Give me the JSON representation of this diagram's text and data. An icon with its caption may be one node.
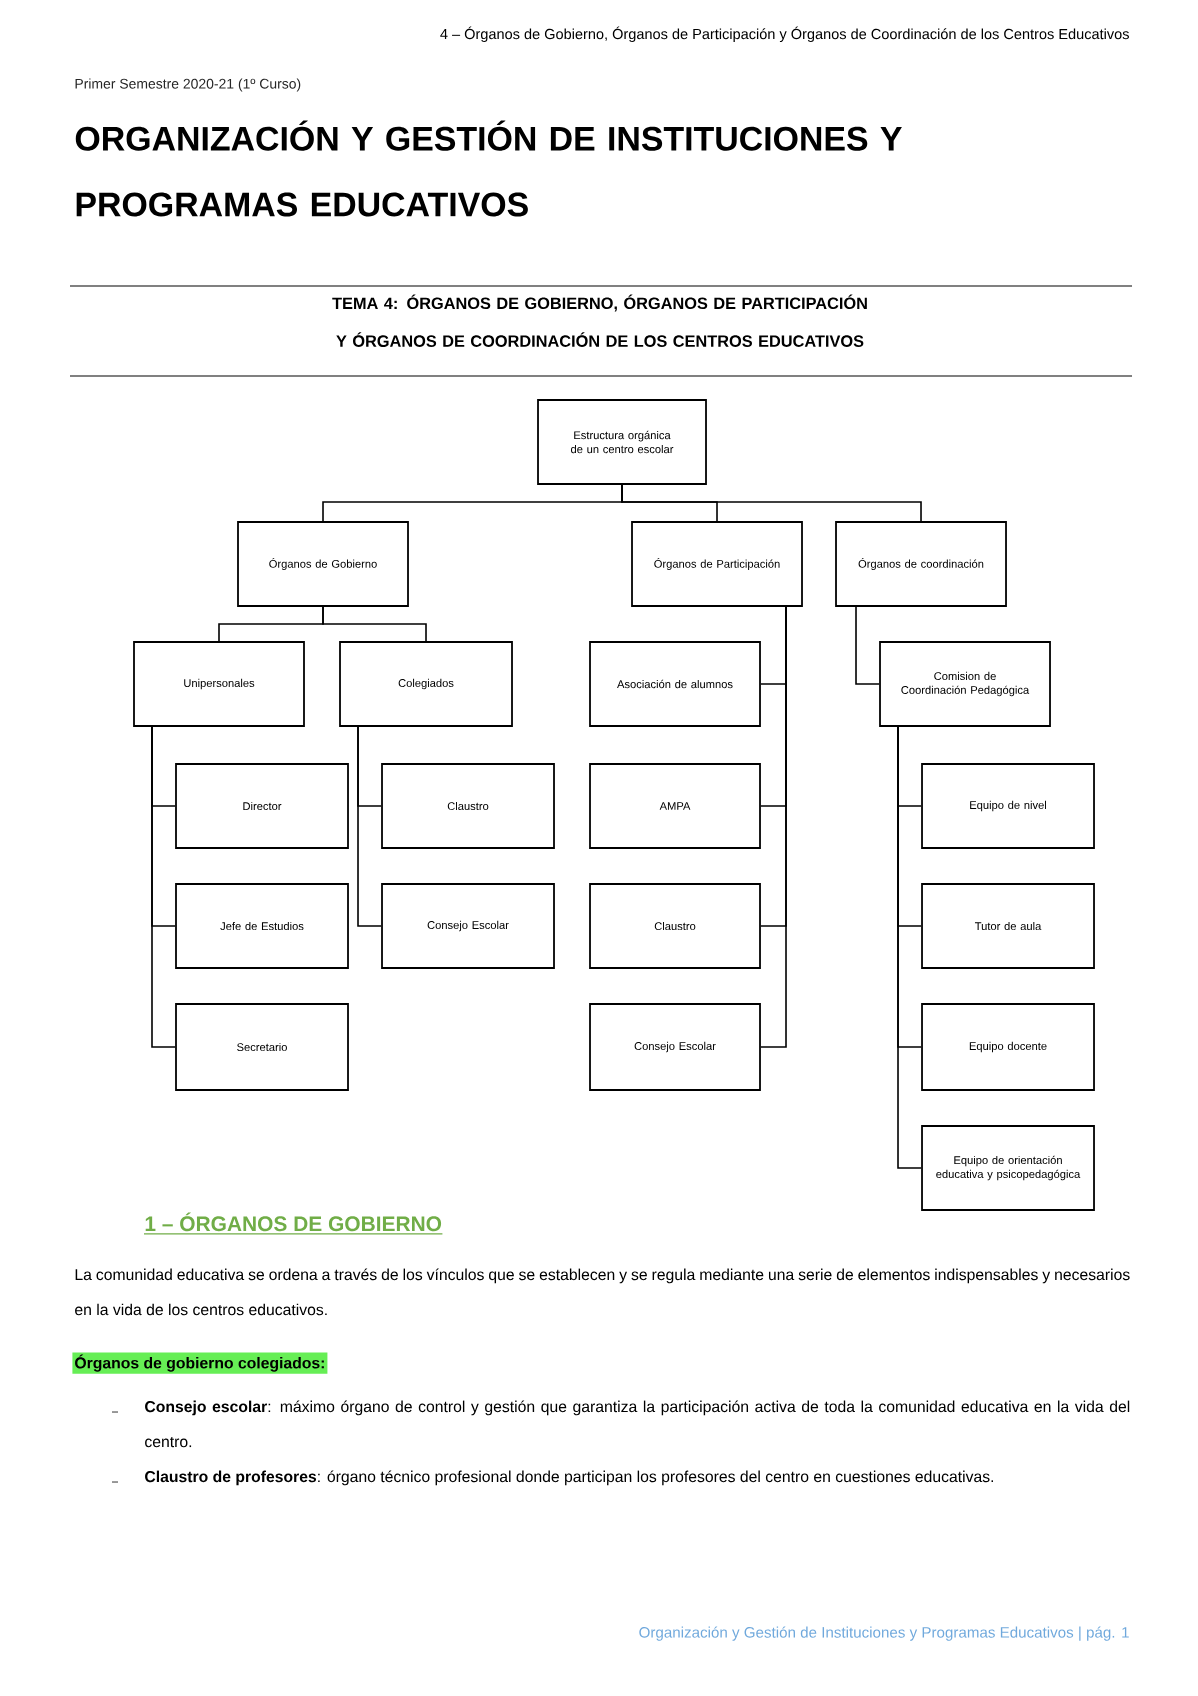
{
  "diagram": {
    "title": "ORGANIZACIÓN Y GESTIÓN DE INSTITUCIONES Y PROGRAMAS EDUCATIVOS",
    "nodes": [
      {
        "text": [
          "Estructura orgánica de un centro escolar"
        ]
      },
      {
        "text": [
          "Órganos de Gobierno"
        ]
      },
      {
        "text": [
          "Órganos de Participación"
        ]
      },
      {
        "text": [
          "Órganos de coordinación"
        ]
      },
      {
        "text": [
          "Unipersonales"
        ]
      },
      {
        "text": [
          "Colegiados"
        ]
      },
      {
        "text": [
          "Asociación de alumnos"
        ]
      },
      {
        "text": [
          "Comision de Coordinación Pedagógica"
        ]
      },
      {
        "text": [
          "Director"
        ]
      },
      {
        "text": [
          "Claustro"
        ]
      },
      {
        "text": [
          "AMPA"
        ]
      },
      {
        "text": [
          "Equipo de nivel"
        ]
      },
      {
        "text": [
          "Jefe de Estudios"
        ]
      },
      {
        "text": [
          "Consejo Escolar"
        ]
      },
      {
        "text": [
          "Claustro"
        ]
      },
      {
        "text": [
          "Tutor de aula"
        ]
      },
      {
        "text": [
          "Secretario"
        ]
      },
      {
        "text": [
          "Consejo Escolar"
        ]
      },
      {
        "text": [
          "Equipo docente"
        ]
      },
      {
        "text": [
          "Equipo de orientación educativa y psicopedagógica"
        ]
      }
    ],
    "edges": [
      {
        "from": 0,
        "to": 1,
        "arrow": "none"
      },
      {
        "from": 0,
        "to": 2,
        "arrow": "none"
      },
      {
        "from": 0,
        "to": 3,
        "arrow": "none"
      },
      {
        "from": 1,
        "to": 4,
        "arrow": "none"
      },
      {
        "from": 1,
        "to": 5,
        "arrow": "none"
      },
      {
        "from": 2,
        "to": 6,
        "arrow": "none"
      },
      {
        "from": 2,
        "to": 10,
        "arrow": "none"
      },
      {
        "from": 2,
        "to": 14,
        "arrow": "none"
      },
      {
        "from": 2,
        "to": 17,
        "arrow": "none"
      },
      {
        "from": 3,
        "to": 7,
        "arrow": "none"
      },
      {
        "from": 4,
        "to": 8,
        "arrow": "none"
      },
      {
        "from": 4,
        "to": 12,
        "arrow": "none"
      },
      {
        "from": 4,
        "to": 16,
        "arrow": "none"
      },
      {
        "from": 5,
        "to": 9,
        "arrow": "none"
      },
      {
        "from": 5,
        "to": 13,
        "arrow": "none"
      },
      {
        "from": 7,
        "to": 11,
        "arrow": "none"
      },
      {
        "from": 7,
        "to": 15,
        "arrow": "none"
      },
      {
        "from": 7,
        "to": 18,
        "arrow": "none"
      },
      {
        "from": 7,
        "to": 19,
        "arrow": "none"
      }
    ],
    "labels": [
      "4 – Órganos de Gobierno, Órganos de Participación y Órganos de Coordinación de los Centros Educativos",
      "Primer Semestre 2020-21 (1º Curso)",
      "TEMA 4: ÓRGANOS DE GOBIERNO, ÓRGANOS DE PARTICIPACIÓN Y ÓRGANOS DE COORDINACIÓN DE LOS CENTROS EDUCATIVOS",
      "1 – ÓRGANOS DE GOBIERNO",
      "La comunidad educativa se ordena a través de los vínculos que se establecen y se regula mediante una serie de elementos indispensables y necesarios en la vida de los centros educativos.",
      "Órganos de gobierno colegiados:",
      "**Consejo escolar**: máximo órgano de control y gestión que garantiza la participación activa de toda la comunidad educativa en la vida del centro.",
      "**Claustro de profesores**: órgano técnico profesional donde participan los profesores del centro en cuestiones educativas.",
      "Organización y Gestión de Instituciones y Programas Educativos | pág. 1"
    ]
  }
}
